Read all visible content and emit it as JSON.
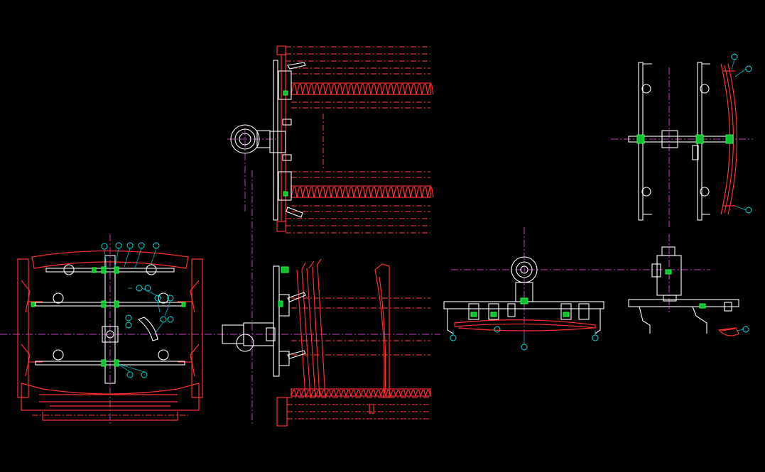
{
  "canvas": {
    "background": "#000000",
    "colors": {
      "centerline": "#c040c0",
      "frame": "#ff3030",
      "part": "#ffffff",
      "highlight": "#20ff40",
      "callout": "#00e0e0"
    }
  },
  "views": [
    {
      "id": "front-view-left",
      "callouts": 14
    },
    {
      "id": "top-view-center",
      "callouts": 0
    },
    {
      "id": "side-view-center",
      "callouts": 0
    },
    {
      "id": "top-view-right",
      "callouts": 2
    },
    {
      "id": "front-view-right",
      "callouts": 3
    },
    {
      "id": "side-view-right",
      "callouts": 1
    }
  ]
}
